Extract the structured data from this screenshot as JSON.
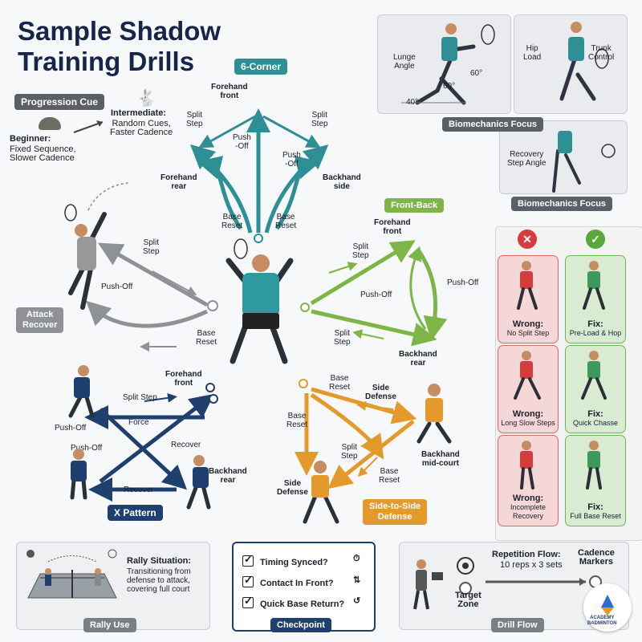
{
  "title": [
    "Sample Shadow",
    "Training Drills"
  ],
  "colors": {
    "six_corner": "#2e8f94",
    "front_back": "#7db646",
    "attack": "#8e9196",
    "x_pattern": "#1f3f6e",
    "side": "#e39a2a",
    "wrong": "#d63c3c",
    "fix": "#58a83e"
  },
  "progression": {
    "tag": "Progression Cue",
    "beginner_title": "Beginner:",
    "beginner_text": [
      "Fixed Sequence,",
      "Slower Cadence"
    ],
    "intermediate_title": "Intermediate:",
    "intermediate_text": [
      "Random Cues,",
      "Faster Cadence"
    ]
  },
  "six_corner": {
    "tag": "6-Corner",
    "forehand_front": [
      "Forehand",
      "front"
    ],
    "split_left": [
      "Split",
      "Step"
    ],
    "split_right": [
      "Split",
      "Step"
    ],
    "push_left": [
      "Push",
      "-Off"
    ],
    "push_right": [
      "Push",
      "-Off"
    ],
    "forehand_rear": [
      "Forehand",
      "rear"
    ],
    "backhand_side": [
      "Backhand",
      "side"
    ],
    "base_left": [
      "Base",
      "Reset"
    ],
    "base_right": [
      "Base",
      "Reset"
    ]
  },
  "biomech": {
    "lunge": [
      "Lunge",
      "Angle"
    ],
    "angle_60a": "60°",
    "angle_60b": "60°",
    "angle_40": "40°",
    "hip": [
      "Hip",
      "Load"
    ],
    "trunk": [
      "Trunk",
      "Control"
    ],
    "tag1": "Biomechanics Focus",
    "recovery": [
      "Recovery",
      "Step Angle"
    ],
    "tag2": "Biomechanics Focus"
  },
  "attack": {
    "split": [
      "Split",
      "Step"
    ],
    "push": "Push-Off",
    "base": [
      "Base",
      "Reset"
    ],
    "tag": [
      "Attack",
      "Recover"
    ]
  },
  "front_back": {
    "tag": "Front-Back",
    "forehand_front": [
      "Forehand",
      "front"
    ],
    "split_top": [
      "Split",
      "Step"
    ],
    "push_mid": "Push-Off",
    "push_right": "Push-Off",
    "split_bottom": [
      "Split",
      "Step"
    ],
    "backhand_rear": [
      "Backhand",
      "rear"
    ]
  },
  "x_pattern": {
    "forehand_front": [
      "Forehand",
      "front"
    ],
    "split": "Split Step",
    "push_top": "Push-Off",
    "force": "Force",
    "push_mid": "Push-Off",
    "recover_right": "Recover",
    "recover_bottom": "Recover",
    "backhand_rear": [
      "Backhand",
      "rear"
    ],
    "tag": "X Pattern"
  },
  "side_to_side": {
    "base_top": [
      "Base",
      "Reset"
    ],
    "side_defense_top": [
      "Side",
      "Defense"
    ],
    "base_left": [
      "Base",
      "Reset"
    ],
    "split": [
      "Split",
      "Step"
    ],
    "base_bottom": [
      "Base",
      "Reset"
    ],
    "backhand_mid": [
      "Backhand",
      "mid-court"
    ],
    "side_defense_bottom": [
      "Side",
      "Defense"
    ],
    "tag": [
      "Side-to-Side",
      "Defense"
    ]
  },
  "corrections": [
    {
      "wrong_title": "Wrong:",
      "wrong_text": "No Split Step",
      "fix_title": "Fix:",
      "fix_text": "Pre-Load & Hop"
    },
    {
      "wrong_title": "Wrong:",
      "wrong_text": "Long Slow Steps",
      "fix_title": "Fix:",
      "fix_text": "Quick Chasse"
    },
    {
      "wrong_title": "Wrong:",
      "wrong_text": [
        "Incomplete",
        "Recovery"
      ],
      "fix_title": "Fix:",
      "fix_text": "Full Base Reset"
    }
  ],
  "rally": {
    "title": "Rally Situation:",
    "text": [
      "Transitioning from",
      "defense to attack,",
      "covering full court"
    ],
    "tag": "Rally Use"
  },
  "checkpoint": {
    "items": [
      "Timing Synced?",
      "Contact In Front?",
      "Quick Base Return?"
    ],
    "tag": "Checkpoint"
  },
  "drill_flow": {
    "repetition_title": "Repetition Flow:",
    "repetition_text": "10 reps x 3 sets",
    "cadence": [
      "Cadence",
      "Markers"
    ],
    "target": [
      "Target",
      "Zone"
    ],
    "tag": "Drill Flow",
    "logo": [
      "ACADEMY",
      "BADMINTON"
    ]
  }
}
